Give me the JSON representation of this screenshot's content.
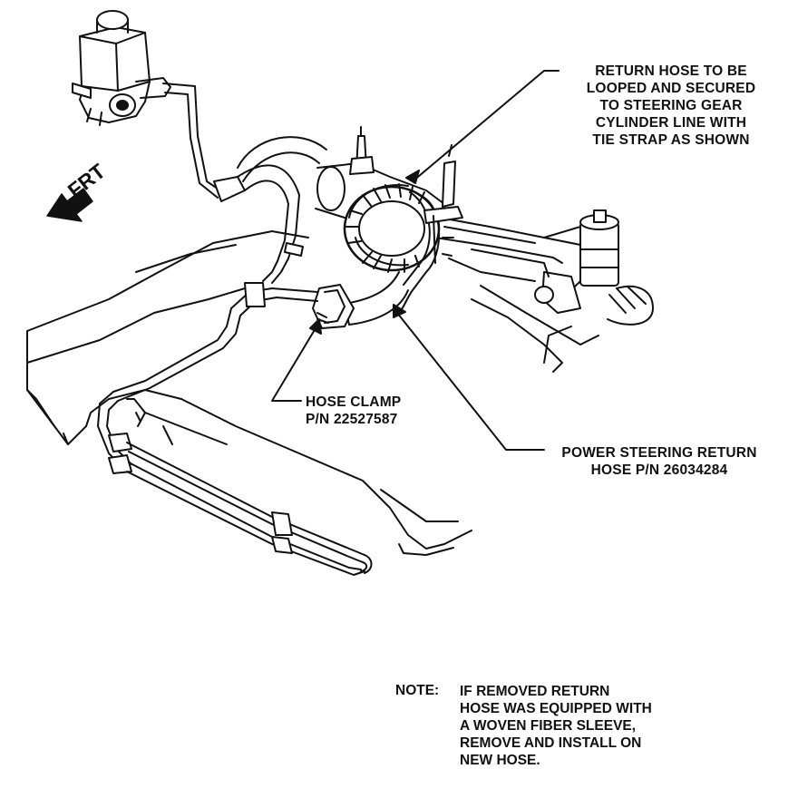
{
  "labels": {
    "return_hose_loop": [
      "RETURN HOSE TO BE",
      "LOOPED AND SECURED",
      "TO STEERING GEAR",
      "CYLINDER LINE WITH",
      "TIE STRAP AS SHOWN"
    ],
    "hose_clamp": [
      "HOSE CLAMP",
      "P/N 22527587"
    ],
    "return_hose_part": [
      "POWER STEERING RETURN",
      "HOSE P/N 26034284"
    ],
    "direction": "FRT"
  },
  "note": {
    "label": "NOTE:",
    "lines": [
      "IF REMOVED RETURN",
      "HOSE WAS EQUIPPED WITH",
      "A WOVEN FIBER SLEEVE,",
      "REMOVE AND INSTALL ON",
      "NEW HOSE."
    ]
  },
  "colors": {
    "ink": "#111111",
    "paper": "#ffffff"
  }
}
